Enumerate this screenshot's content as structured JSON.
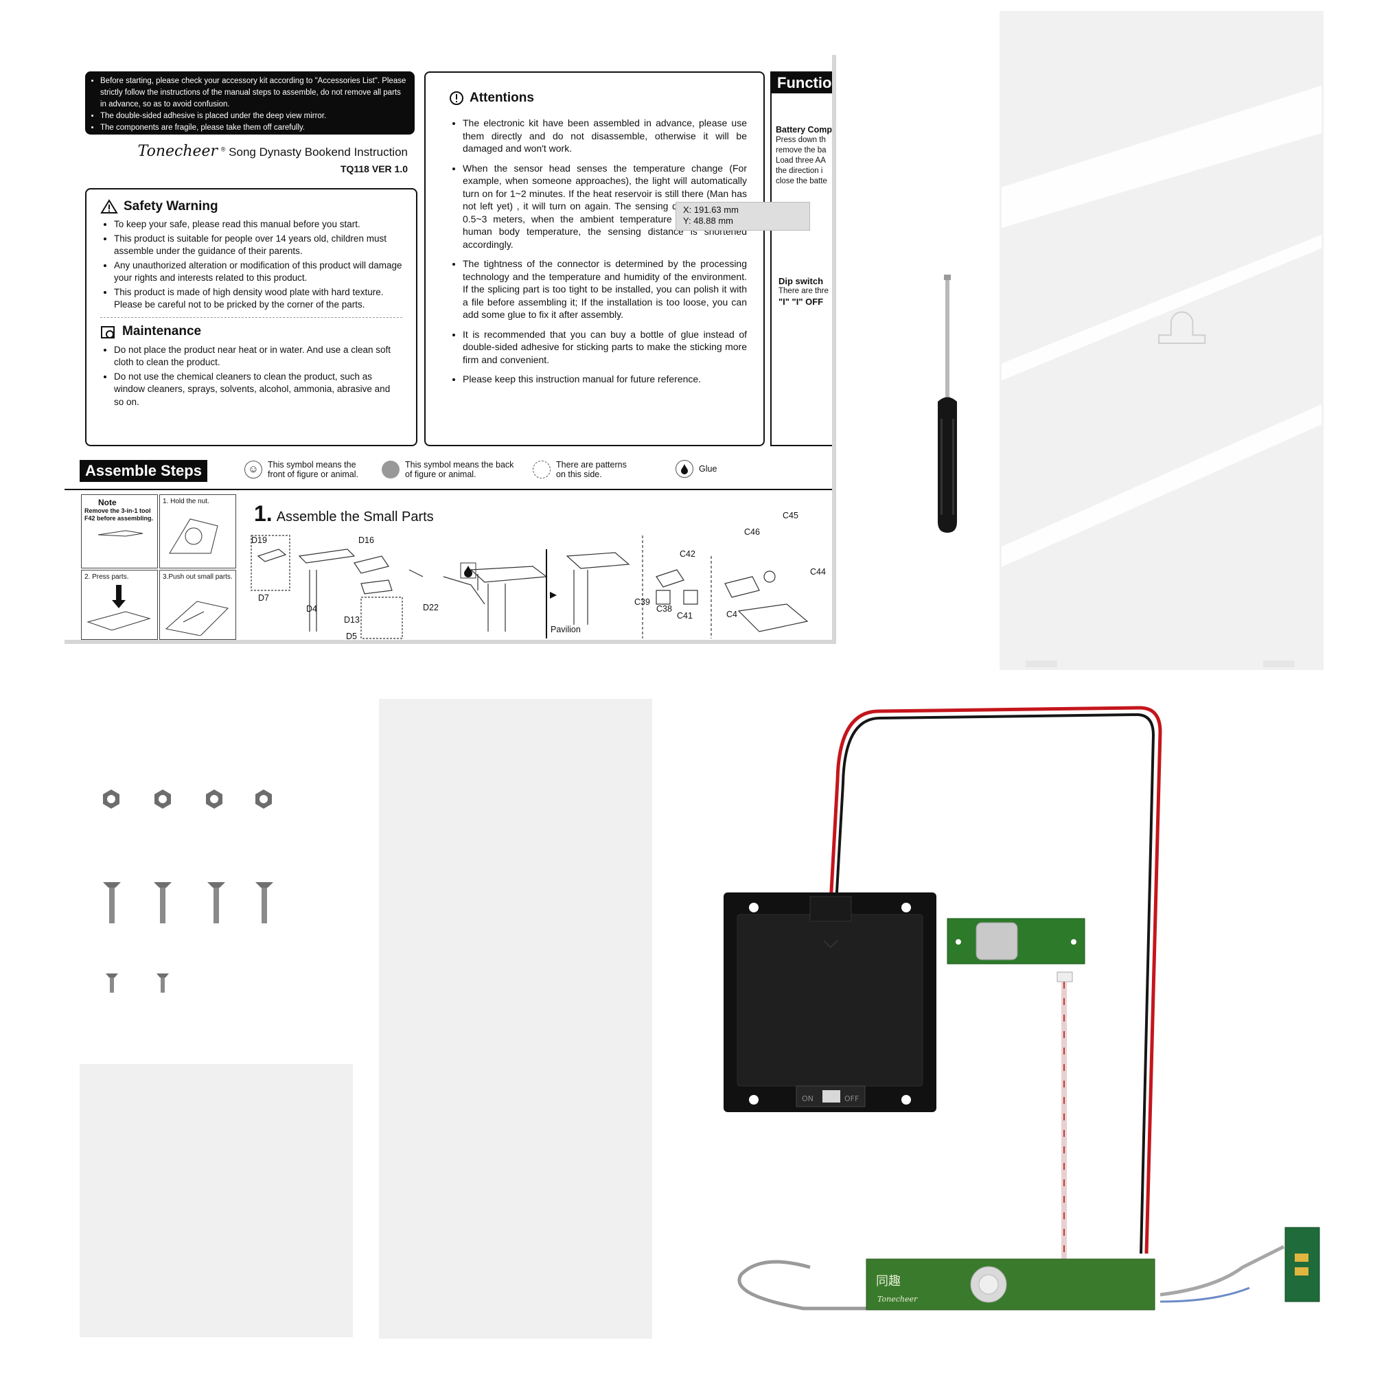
{
  "notice": [
    "Before starting, please check your accessory kit according to \"Accessories List\". Please strictly follow the instructions of the manual steps to assemble, do not remove all parts in advance, so as to avoid confusion.",
    "The double-sided adhesive is placed under the deep view mirror.",
    "The components are fragile, please take them off carefully."
  ],
  "brand": {
    "logo": "Tonecheer",
    "title": "Song Dynasty Bookend Instruction",
    "model": "TQ118  VER 1.0"
  },
  "safety": {
    "title": "Safety Warning",
    "items": [
      "To keep your safe, please read this manual before you start.",
      "This product is suitable for people over 14 years old, children must assemble under the guidance of their parents.",
      "Any unauthorized alteration or modification of this product will damage your rights  and interests related to this product.",
      "This product is made of high density wood plate with hard texture. Please be careful not to be pricked by the corner of the parts."
    ]
  },
  "maintenance": {
    "title": "Maintenance",
    "items": [
      "Do not place the product near heat or in water. And use a clean soft cloth to clean the product.",
      "Do not use the chemical cleaners to clean the product, such as window cleaners, sprays, solvents, alcohol, ammonia, abrasive and so on."
    ]
  },
  "attentions": {
    "title": "Attentions",
    "items": [
      "The electronic kit have been assembled in advance, please use them directly and do not disassemble, otherwise it will be damaged and won't work.",
      "When the sensor head senses the temperature change (For example, when someone approaches), the light will automatically turn on for 1~2 minutes. If the heat reservoir is still there (Man has not left yet) , it will turn on again. The sensing distance is about 0.5~3 meters, when the ambient temperature is close to the human body temperature, the sensing distance is shortened accordingly.",
      "The tightness of the connector is determined by the processing technology and the temperature and humidity of the environment. If the splicing part is too tight to be installed, you can polish it with a file before assembling it; If the installation is too loose, you can add some glue to fix it after assembly.",
      "It is recommended that you can buy a bottle of glue instead of double-sided adhesive for sticking parts to make the sticking more firm and convenient.",
      "Please keep this instruction manual for future reference."
    ]
  },
  "functions": {
    "title": "Functio",
    "battery_title": "Battery Compartme",
    "battery_lines": [
      "Press down th",
      "remove the ba",
      "Load three AA",
      "the direction i",
      "close the batte"
    ],
    "dip_title": "Dip switch",
    "dip_lines": [
      "There are thre",
      "\"I\" \"I\" OFF"
    ]
  },
  "tooltip": {
    "x": "X: 191.63 mm",
    "y": "Y: 48.88 mm"
  },
  "assemble": {
    "title": "Assemble Steps",
    "legend": [
      "This symbol means the front of figure or animal.",
      "This symbol means the back of figure or animal.",
      "There are patterns on this side.",
      "Glue"
    ]
  },
  "note": {
    "title": "Note",
    "body": "Remove the 3-in-1 tool F42 before assembling.",
    "s1": "1. Hold the nut.",
    "s2": "2. Press parts.",
    "s3": "3.Push out small parts."
  },
  "step1": {
    "num": "1.",
    "title": "Assemble the Small Parts",
    "labels": [
      "D19",
      "D16",
      "D7",
      "D4",
      "D13",
      "D5",
      "D22",
      "Pavilion",
      "C42",
      "C39",
      "C38",
      "C41",
      "C45",
      "C46",
      "C44",
      "C4"
    ]
  },
  "battery_box": {
    "on": "ON",
    "off": "OFF"
  },
  "sensor_board": {
    "brand": "同趣",
    "sub": "Tonecheer"
  },
  "colors": {
    "panel_black": "#0c0c0c",
    "sheet": "#f0f0f0",
    "wire_red": "#c4161c",
    "pcb_green": "#2d7a2a"
  }
}
